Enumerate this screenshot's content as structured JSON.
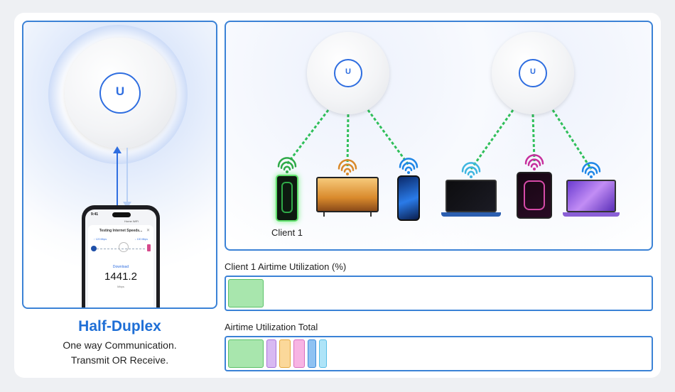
{
  "left": {
    "title": "Half-Duplex",
    "line1": "One way Communication.",
    "line2": "Transmit OR Receive.",
    "ap_logo": "U",
    "phone": {
      "time": "9:41",
      "network": "Home WiFi",
      "header": "Testing Internet Speeds...",
      "close": "✕",
      "upload_label": "↑ 120 Mbps",
      "download_small_label": "↓ 100 Mbps",
      "download_label": "Download",
      "value": "1441.2",
      "unit": "Mbps"
    }
  },
  "diagram": {
    "access_points": [
      {
        "name": "access-point-1",
        "logo": "U"
      },
      {
        "name": "access-point-2",
        "logo": "U"
      }
    ],
    "clients": [
      {
        "name": "client-1-phone",
        "type": "phone",
        "wifi_color": "#2faa48"
      },
      {
        "name": "monitor",
        "type": "monitor",
        "wifi_color": "#d9892a"
      },
      {
        "name": "phone-blue",
        "type": "phone",
        "wifi_color": "#1f86e6"
      },
      {
        "name": "laptop-dark",
        "type": "laptop",
        "wifi_color": "#3fb6e0"
      },
      {
        "name": "tablet-pink",
        "type": "tablet",
        "wifi_color": "#c62f9c"
      },
      {
        "name": "laptop-purple",
        "type": "laptop",
        "wifi_color": "#1f86e6"
      }
    ],
    "link_color": "#2fbf5a",
    "client1_label": "Client 1"
  },
  "utilization": {
    "client1_label": "Client 1 Airtime Utilization (%)",
    "total_label": "Airtime Utilization Total",
    "client1_segments": [
      {
        "fill": "#a8e6ad",
        "stroke": "#5cc26a",
        "share": 0.5
      }
    ],
    "total_segments": [
      {
        "fill": "#a8e6ad",
        "stroke": "#5cc26a",
        "share": 0.5
      },
      {
        "fill": "#d8b9f2",
        "stroke": "#a874d9",
        "share": 0.14
      },
      {
        "fill": "#fbd89a",
        "stroke": "#e3a83e",
        "share": 0.16
      },
      {
        "fill": "#f7b4e3",
        "stroke": "#d76fc0",
        "share": 0.16
      },
      {
        "fill": "#8fc2f2",
        "stroke": "#3e8ad9",
        "share": 0.12
      },
      {
        "fill": "#aee4f8",
        "stroke": "#58bde6",
        "share": 0.11
      }
    ]
  }
}
